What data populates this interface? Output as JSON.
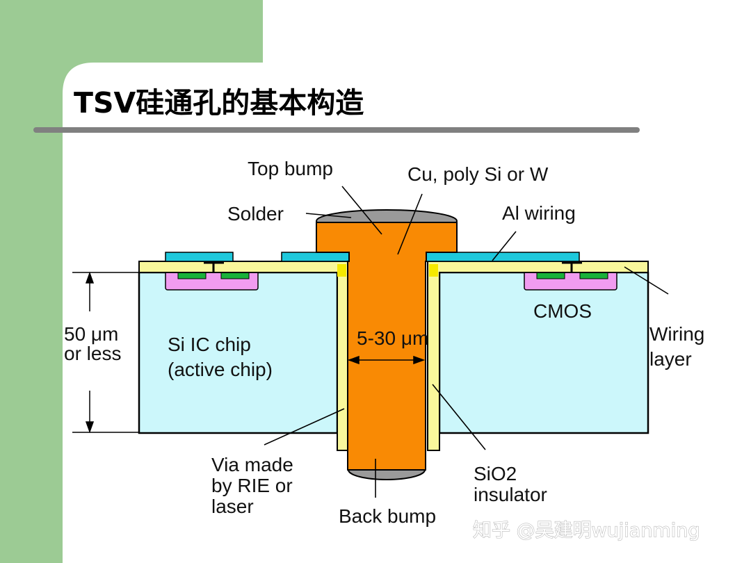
{
  "slide": {
    "title": "TSV硅通孔的基本构造",
    "colors": {
      "green_band": "#9ccb94",
      "title_rule": "#808080",
      "silicon": "#ccf7fb",
      "via_metal": "#f98a04",
      "wiring_layer": "#f9f79b",
      "pad": "#1ec8dc",
      "cmos_well": "#f19cf0",
      "cmos_contact": "#19b23a",
      "bump": "#9a9a9a"
    }
  },
  "labels": {
    "top_bump": "Top bump",
    "via_fill": "Cu, poly Si or W",
    "solder": "Solder",
    "al_wiring": "Al wiring",
    "cmos": "CMOS",
    "wiring_layer_1": "Wiring",
    "wiring_layer_2": "layer",
    "thickness_1": "50 μm",
    "thickness_2": "or less",
    "chip_1": "Si IC chip",
    "chip_2": "(active chip)",
    "via_width": "5-30 μm",
    "via_made_1": "Via made",
    "via_made_2": "by RIE or",
    "via_made_3": "laser",
    "back_bump": "Back bump",
    "sio2_1": "SiO2",
    "sio2_2": "insulator"
  },
  "watermark": "知乎 @吴建明wujianming"
}
